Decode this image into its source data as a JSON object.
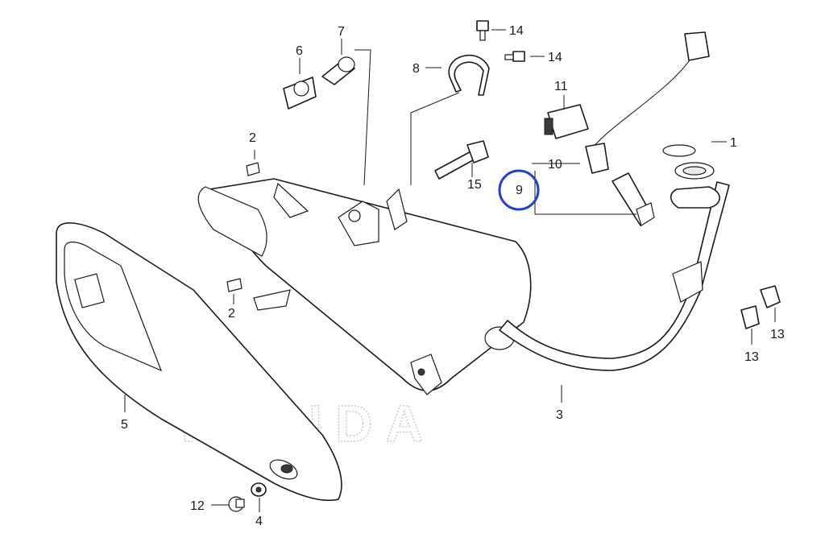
{
  "callouts": {
    "c1": "1",
    "c2a": "2",
    "c2b": "2",
    "c3": "3",
    "c4": "4",
    "c5": "5",
    "c6": "6",
    "c7": "7",
    "c8": "8",
    "c9": "9",
    "c10": "10",
    "c11": "11",
    "c12": "12",
    "c13a": "13",
    "c13b": "13",
    "c14a": "14",
    "c14b": "14",
    "c15": "15"
  },
  "watermark": "HONDA",
  "colors": {
    "line": "#1a1a1a",
    "highlight_circle": "#1f3fd6",
    "watermark": "#c8c8c8"
  }
}
